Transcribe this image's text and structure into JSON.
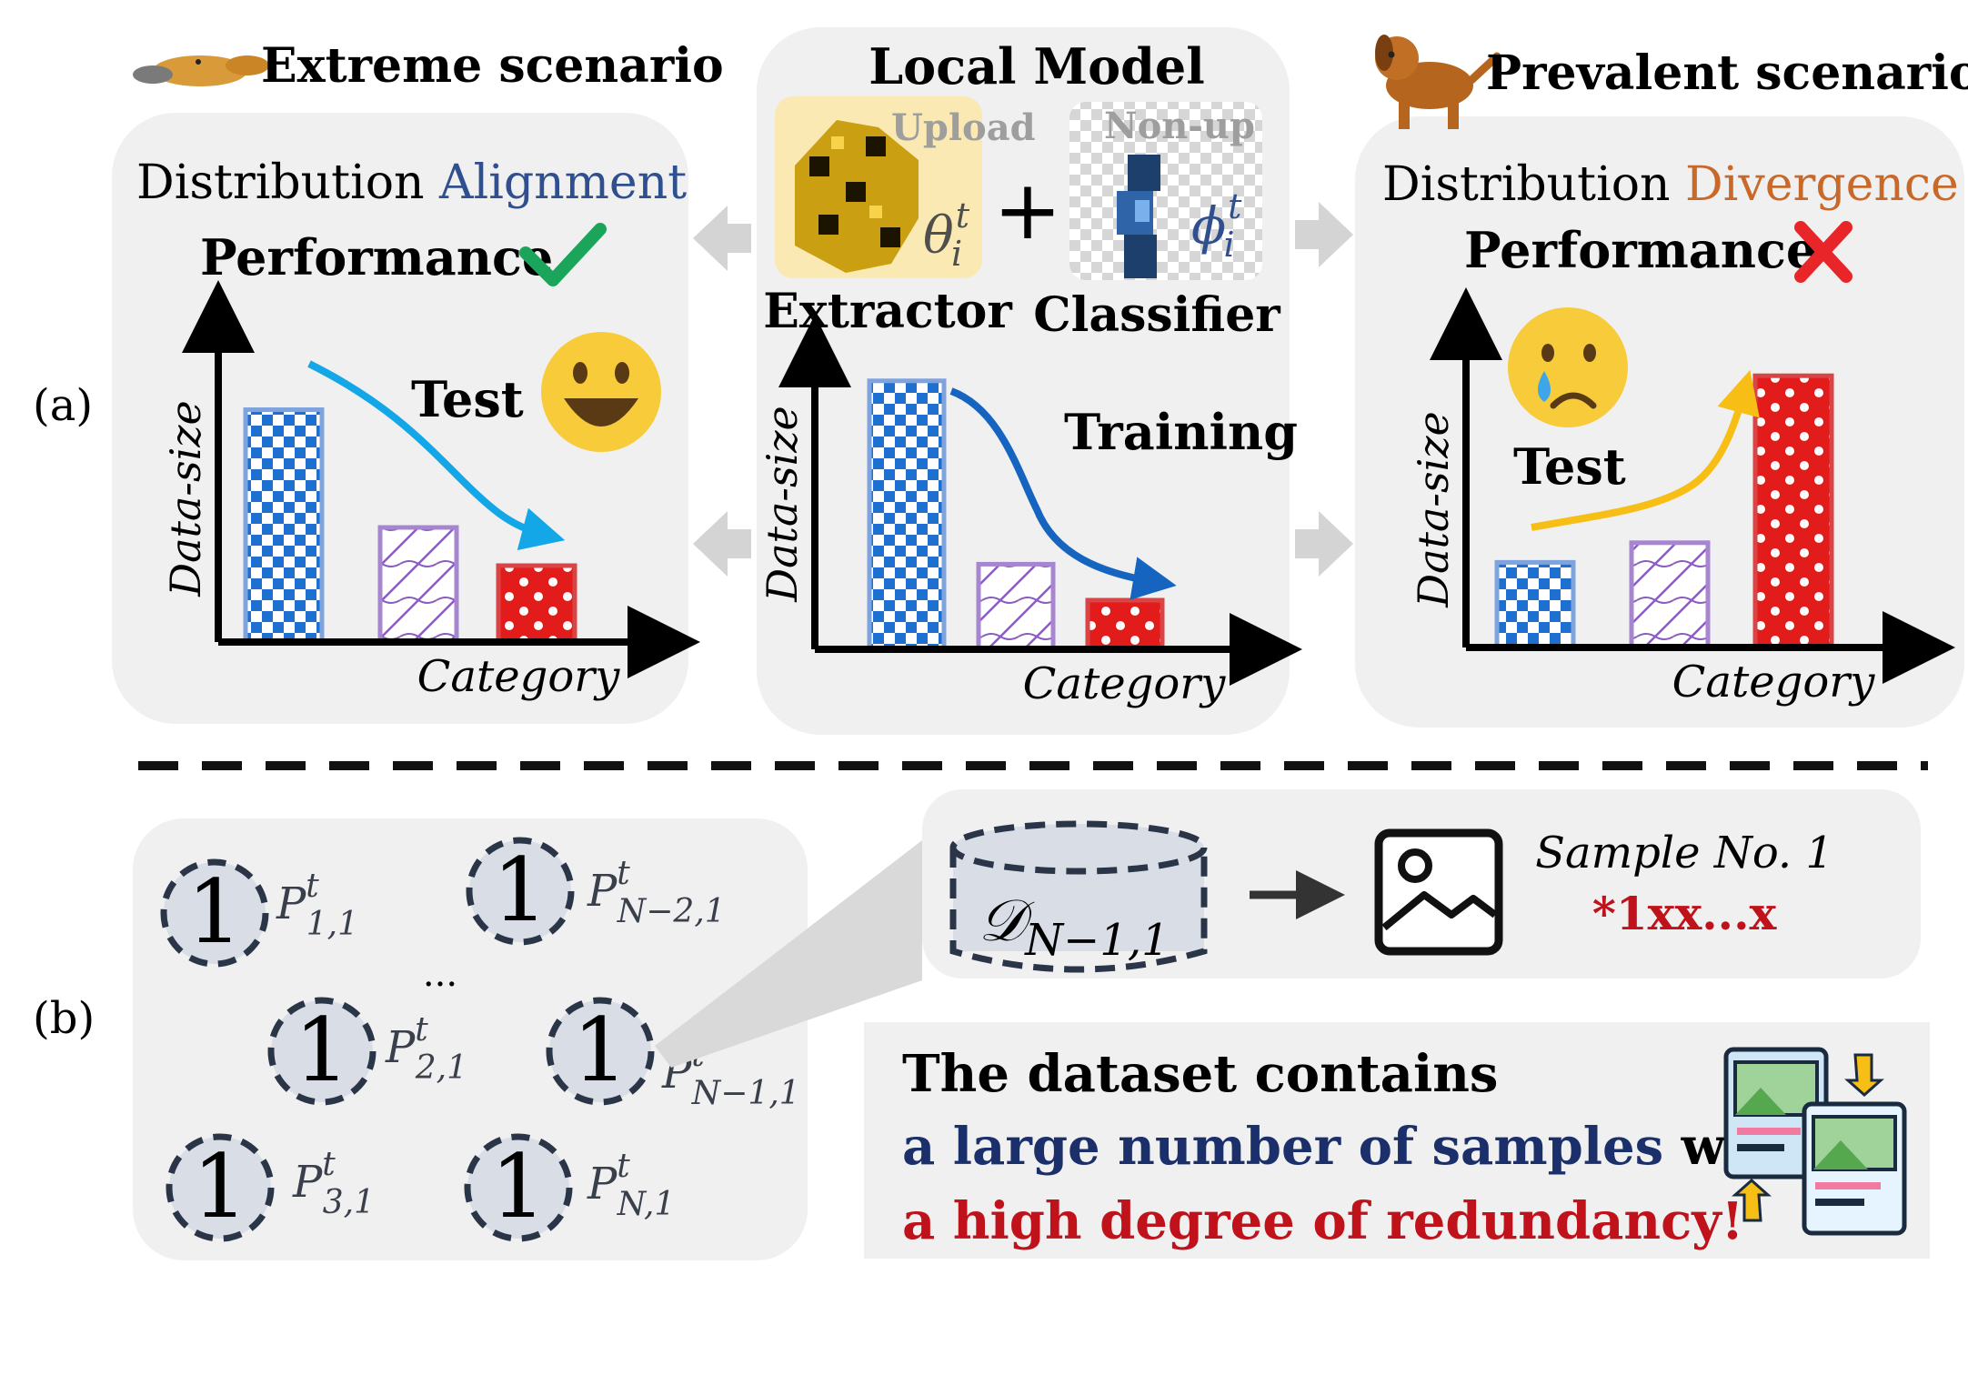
{
  "part_a": {
    "label": "(a)",
    "left": {
      "title": "Extreme scenario",
      "icon": "platypus-icon",
      "dist_prefix": "Distribution ",
      "dist_word": "Alignment",
      "perf_label": "Performance",
      "perf_mark": "check-icon",
      "arrow_label": "Test",
      "face": "smiling-face-icon",
      "y_axis": "Data-size",
      "x_axis": "Category",
      "bar_levels": [
        0.73,
        0.36,
        0.24
      ]
    },
    "center": {
      "title": "Local Model",
      "upload_label": "Upload",
      "nonupload_label": "Non-up",
      "extractor_label": "Extractor",
      "classifier_label": "Classifier",
      "theta": "θ",
      "phi": "ϕ",
      "sup": "t",
      "sub": "i",
      "plus": "+",
      "arrow_label": "Training",
      "y_axis": "Data-size",
      "x_axis": "Category",
      "bar_levels": [
        0.82,
        0.26,
        0.15
      ]
    },
    "right": {
      "title": "Prevalent scenario",
      "icon": "dog-icon",
      "dist_prefix": "Distribution ",
      "dist_word": "Divergence",
      "perf_label": "Performance",
      "perf_mark": "cross-icon",
      "arrow_label": "Test",
      "face": "crying-face-icon",
      "y_axis": "Data-size",
      "x_axis": "Category",
      "bar_levels": [
        0.26,
        0.32,
        0.83
      ]
    }
  },
  "part_b": {
    "label": "(b)",
    "coin_value": "1",
    "ellipsis": "...",
    "coins": [
      {
        "sym": "P",
        "sup": "t",
        "sub": "1,1"
      },
      {
        "sym": "P",
        "sup": "t",
        "sub": "N−2,1"
      },
      {
        "sym": "P",
        "sup": "t",
        "sub": "2,1"
      },
      {
        "sym": "P",
        "sup": "t",
        "sub": "N−1,1"
      },
      {
        "sym": "P",
        "sup": "t",
        "sub": "3,1"
      },
      {
        "sym": "P",
        "sup": "t",
        "sub": "N,1"
      }
    ],
    "dataset_symbol": "𝒟",
    "dataset_sub": "N−1,1",
    "sample_title": "Sample No. 1",
    "sample_id": "*1xx...x",
    "msg_line1": "The dataset contains",
    "msg_line2_highlight": "a large number of samples",
    "msg_line2_rest": " with",
    "msg_line3": "a high degree of redundancy!",
    "icons": [
      "image-icon",
      "duplicate-images-icon",
      "right-arrow-icon"
    ]
  },
  "colors": {
    "panel": "#f0f0f0",
    "alignment_blue": "#2f4f8f",
    "divergence_orange": "#c8692a",
    "check_green": "#1aa55a",
    "cross_red": "#e8262a",
    "bar_blue": "#1f6fd0",
    "bar_purple": "#8a5cc0",
    "bar_red": "#e21b1b",
    "navy": "#1b2f6b",
    "dark_red": "#c0121b"
  }
}
